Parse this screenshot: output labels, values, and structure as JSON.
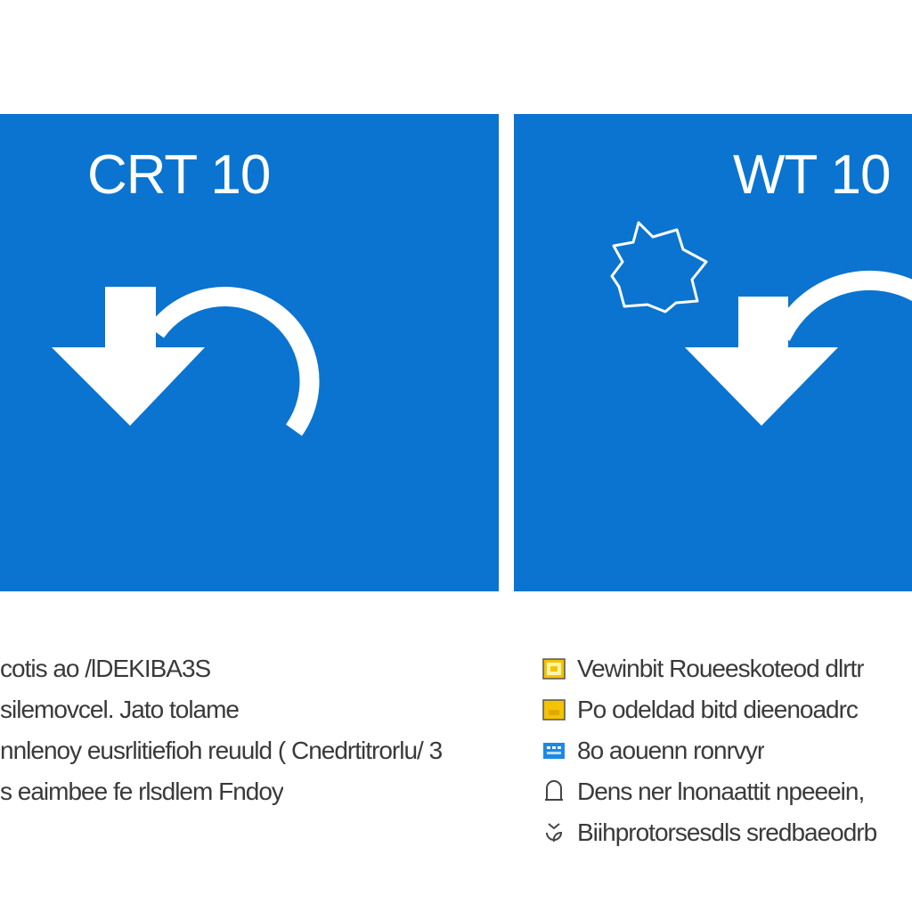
{
  "left_panel": {
    "title": "CRT 10",
    "bg_color": "#0a74d0",
    "icon": "undo-download-arrow-icon"
  },
  "right_panel": {
    "title": "WT 10",
    "bg_color": "#0a74d0",
    "icons": [
      "gear-outline-icon",
      "undo-download-arrow-icon"
    ]
  },
  "left_list": {
    "items": [
      "cotis ao /lDEKIBA3S",
      "silemovcel. Jato tolame",
      "nnlenoy eusrlitiefioh reuuld ( Cnedrtitrorlu/ 3",
      "s eaimbee fe rlsdlem Fndoy"
    ]
  },
  "right_list": {
    "items": [
      {
        "icon": "yellow-folder-icon",
        "text": "Vewinbit Roueeskoteod dlrtr"
      },
      {
        "icon": "yellow-window-icon",
        "text": "Po odeldad bitd dieenoadrc"
      },
      {
        "icon": "blue-card-icon",
        "text": "8o aouenn ronrvyr"
      },
      {
        "icon": "lock-outline-icon",
        "text": "Dens ner lnonaattit npeeein,"
      },
      {
        "icon": "bell-outline-icon",
        "text": "Biihprotorsesdls sredbaeodrb"
      }
    ]
  },
  "colors": {
    "panel_blue": "#0a74d0",
    "text_gray": "#3a3a3a",
    "icon_yellow": "#f5c400",
    "icon_blue": "#1e88e5"
  }
}
